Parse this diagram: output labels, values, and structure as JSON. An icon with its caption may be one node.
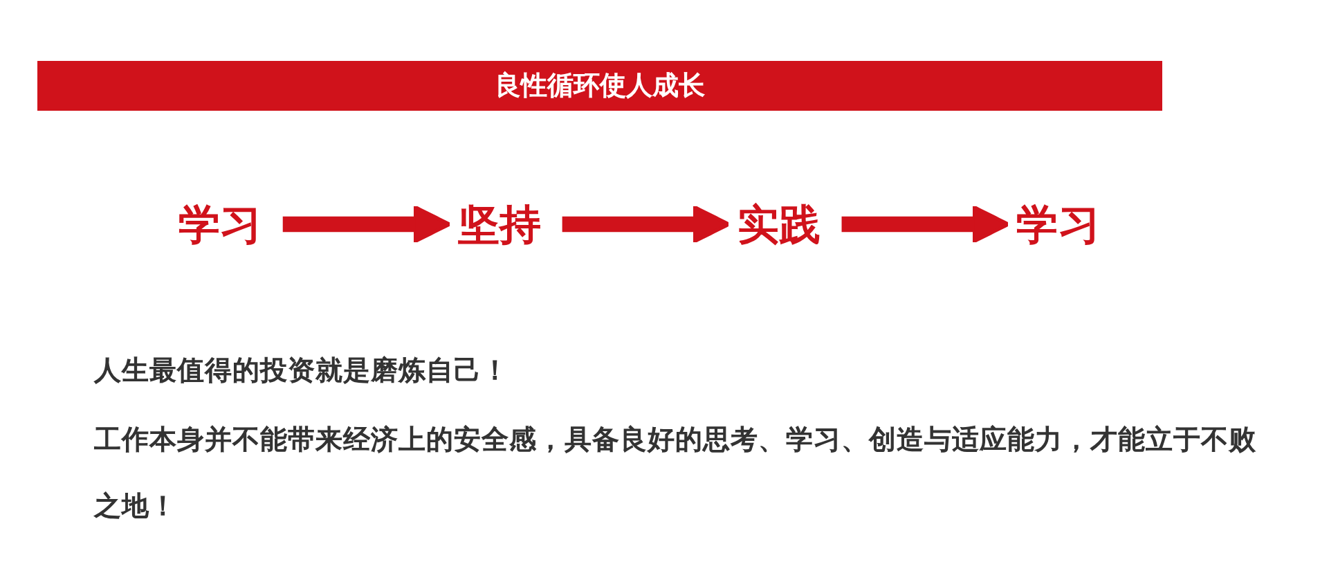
{
  "diagram": {
    "title": "良性循环使人成长",
    "nodes": [
      {
        "text": [
          "学习"
        ]
      },
      {
        "text": [
          "坚持"
        ]
      },
      {
        "text": [
          "实践"
        ]
      },
      {
        "text": [
          "学习"
        ]
      }
    ],
    "edges": [
      {
        "from": 0,
        "to": 1,
        "arrow": "to"
      },
      {
        "from": 1,
        "to": 2,
        "arrow": "to"
      },
      {
        "from": 2,
        "to": 3,
        "arrow": "to"
      }
    ],
    "labels": [
      "人生最值得的投资就是磨炼自己！",
      "工作本身并不能带来经济上的安全感，具备良好的思考、学习、创造与适应能力，才能立于不败之地！"
    ]
  }
}
